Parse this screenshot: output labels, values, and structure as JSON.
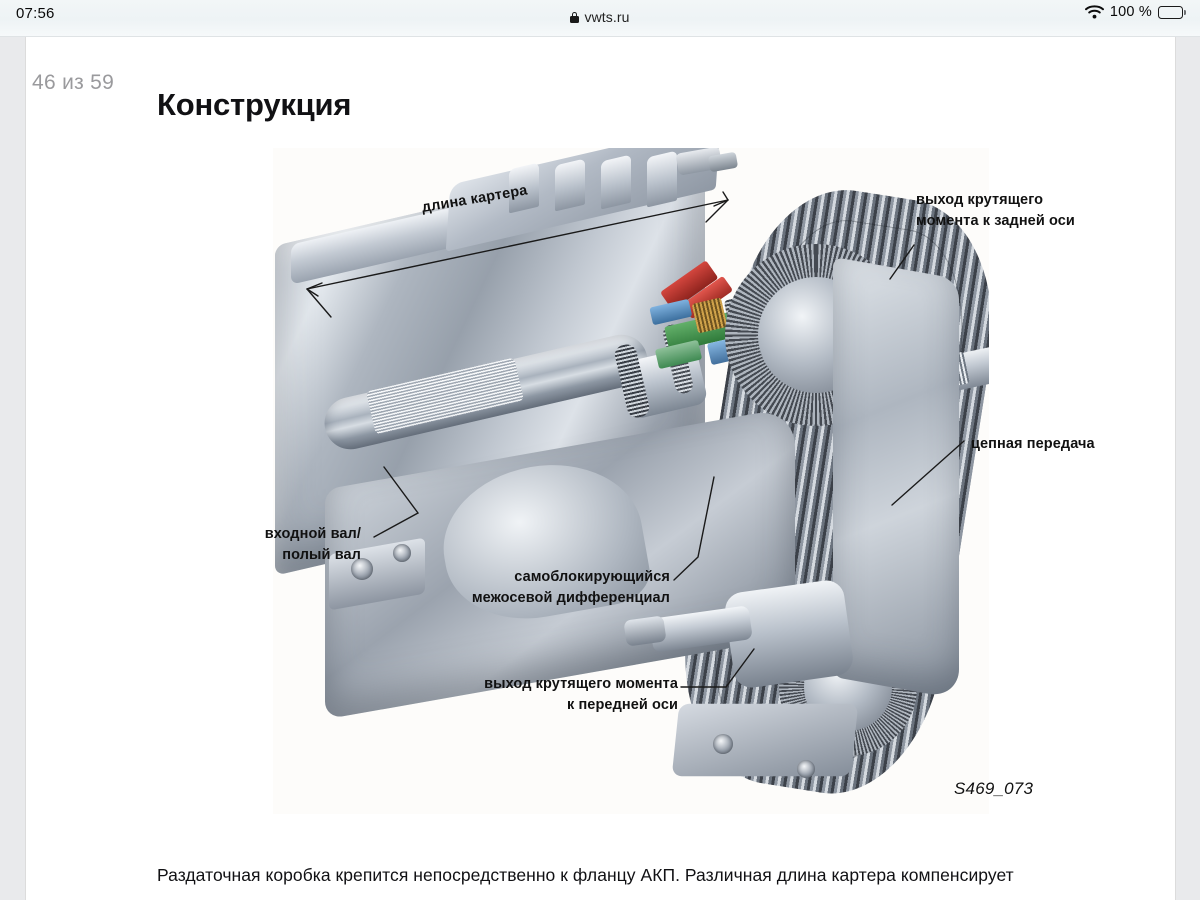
{
  "status_bar": {
    "clock": "07:56",
    "url": "vwts.ru",
    "lock_icon": "lock-icon",
    "wifi_icon": "wifi-icon",
    "battery_percent": "100 %",
    "battery_icon": "battery-full-icon"
  },
  "document": {
    "page_counter": "46 из 59",
    "title": "Конструкция",
    "figure_code": "S469_073",
    "body_paragraph": "Раздаточная коробка крепится непосредственно к фланцу АКП. Различная длина картера компенсирует разную конструктивную длину силового агрегата."
  },
  "figure": {
    "callouts": {
      "dimension": "длина картера",
      "rear_axle_output": "выход крутящего\nмомента к задней оси",
      "chain_drive": "цепная передача",
      "input_shaft": "входной вал/\nполый вал",
      "center_differential": "самоблокирующийся\nмежосевой дифференциал",
      "front_axle_output": "выход крутящего момента\nк передней оси"
    }
  },
  "colors": {
    "page_background": "#ffffff",
    "shell_background": "#e9eaec",
    "chrome_background": "#eef3f5",
    "figure_background": "#fdfcfa",
    "text_primary": "#111114",
    "text_muted": "#9a9a9d"
  }
}
